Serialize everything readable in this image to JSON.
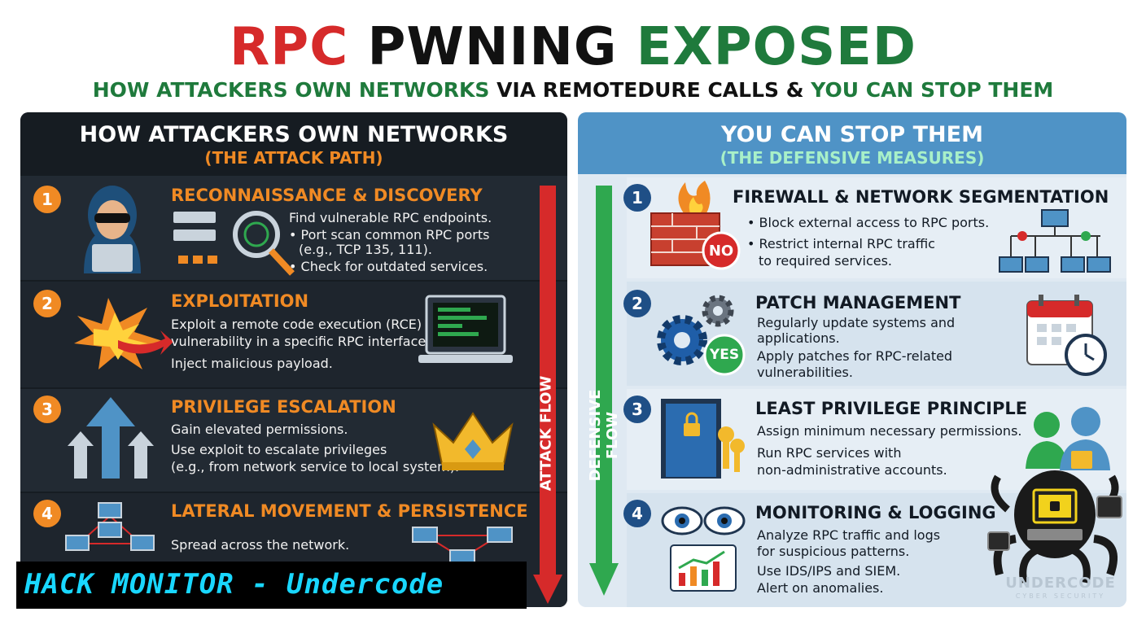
{
  "title": {
    "part1": "RPC",
    "part2": "PWNING",
    "part3": "EXPOSED"
  },
  "subtitle": {
    "part1": "HOW ATTACKERS OWN NETWORKS",
    "part2": "VIA REMOTEDURE CALLS &",
    "part3": "YOU CAN STOP THEM"
  },
  "left": {
    "heading": "HOW ATTACKERS OWN NETWORKS",
    "subheading": "(THE ATTACK PATH)",
    "flow_label": "ATTACK FLOW",
    "steps": [
      {
        "num": "1",
        "title": "RECONNAISSANCE & DISCOVERY",
        "lines": [
          "Find vulnerable RPC endpoints.",
          "• Port scan common RPC ports",
          "(e.g., TCP 135, 111).",
          "• Check for outdated services."
        ]
      },
      {
        "num": "2",
        "title": "EXPLOITATION",
        "lines": [
          "Exploit a remote code execution (RCE)",
          "vulnerability in a specific RPC interface.",
          "Inject malicious payload."
        ]
      },
      {
        "num": "3",
        "title": "PRIVILEGE ESCALATION",
        "lines": [
          "Gain elevated permissions.",
          "Use exploit to escalate privileges",
          "(e.g., from network service to local system)."
        ]
      },
      {
        "num": "4",
        "title": "LATERAL MOVEMENT & PERSISTENCE",
        "lines": [
          "Spread across the network."
        ]
      }
    ]
  },
  "right": {
    "heading": "YOU CAN STOP THEM",
    "subheading": "(THE DEFENSIVE MEASURES)",
    "flow_label": "DEFENSIVE FLOW",
    "steps": [
      {
        "num": "1",
        "title": "FIREWALL & NETWORK SEGMENTATION",
        "lines": [
          "• Block external access to RPC ports.",
          "• Restrict internal RPC traffic",
          "to required services."
        ],
        "badge": "NO"
      },
      {
        "num": "2",
        "title": "PATCH MANAGEMENT",
        "lines": [
          "Regularly update systems and",
          "applications.",
          "Apply patches for RPC-related",
          "vulnerabilities."
        ],
        "badge": "YES"
      },
      {
        "num": "3",
        "title": "LEAST PRIVILEGE PRINCIPLE",
        "lines": [
          "Assign minimum necessary permissions.",
          "Run RPC services with",
          "non-administrative accounts."
        ]
      },
      {
        "num": "4",
        "title": "MONITORING & LOGGING",
        "lines": [
          "Analyze RPC traffic and logs",
          "for suspicious patterns.",
          "Use IDS/IPS and SIEM.",
          "Alert on anomalies."
        ]
      }
    ]
  },
  "banner": "HACK MONITOR - Undercode",
  "watermark": {
    "main": "UNDERCODE",
    "sub": "CYBER SECURITY"
  },
  "colors": {
    "red": "#d62a2a",
    "green": "#1f7a3c",
    "orange": "#f08a24",
    "navy": "#1f4f86",
    "cyan": "#19d7ff"
  }
}
